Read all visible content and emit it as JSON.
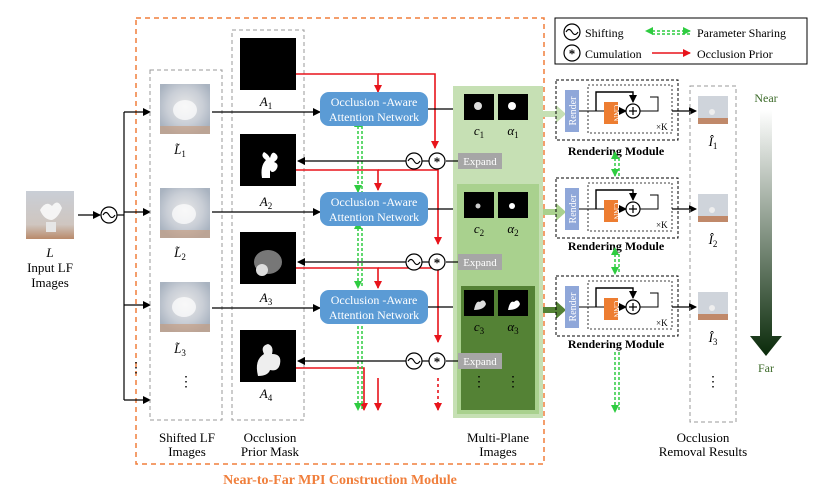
{
  "legend": {
    "shifting": "Shifting",
    "parameter_sharing": "Parameter Sharing",
    "cumulation": "Cumulation",
    "occlusion_prior": "Occlusion Prior"
  },
  "input": {
    "symbol": "L",
    "label_line1": "Input LF",
    "label_line2": "Images"
  },
  "shifted": {
    "labels": [
      "L̃",
      "L̃",
      "L̃"
    ],
    "subscripts": [
      "1",
      "2",
      "3"
    ],
    "caption_line1": "Shifted LF",
    "caption_line2": "Images",
    "ellipsis": "⋮"
  },
  "masks": {
    "symbol": "A",
    "subscripts": [
      "1",
      "2",
      "3",
      "4"
    ],
    "caption_line1": "Occlusion",
    "caption_line2": "Prior Mask"
  },
  "attention": {
    "line1": "Occlusion -Aware",
    "line2": "Attention Network"
  },
  "mpi": {
    "c_symbol": "c",
    "alpha_symbol": "α",
    "subscripts": [
      "1",
      "2",
      "3"
    ],
    "expand_label": "Expand",
    "caption_line1": "Multi-Plane",
    "caption_line2": "Images",
    "ellipsis": "⋮"
  },
  "module": {
    "title": "Near-to-Far MPI Construction Module"
  },
  "rendering": {
    "render_label": "Render",
    "cnn_label": "CNN",
    "times_k": "×K",
    "module_label": "Rendering Module"
  },
  "results": {
    "symbol": "Î",
    "subscripts": [
      "1",
      "2",
      "3"
    ],
    "caption_line1": "Occlusion",
    "caption_line2": "Removal Results",
    "ellipsis": "⋮"
  },
  "depth_bar": {
    "near": "Near",
    "far": "Far"
  },
  "colors": {
    "module_border": "#f07f3c",
    "attention_fill": "#5b9bd5",
    "render_fill": "#8fa7d9",
    "cnn_fill": "#ed7d31",
    "prior_arrow": "#e8141b",
    "sharing_arrow": "#2ecc40",
    "mpi_light": "#c6e0b4",
    "mpi_mid": "#a9d18e",
    "mpi_dark": "#548235",
    "expand_fill": "#a6a6a6"
  }
}
